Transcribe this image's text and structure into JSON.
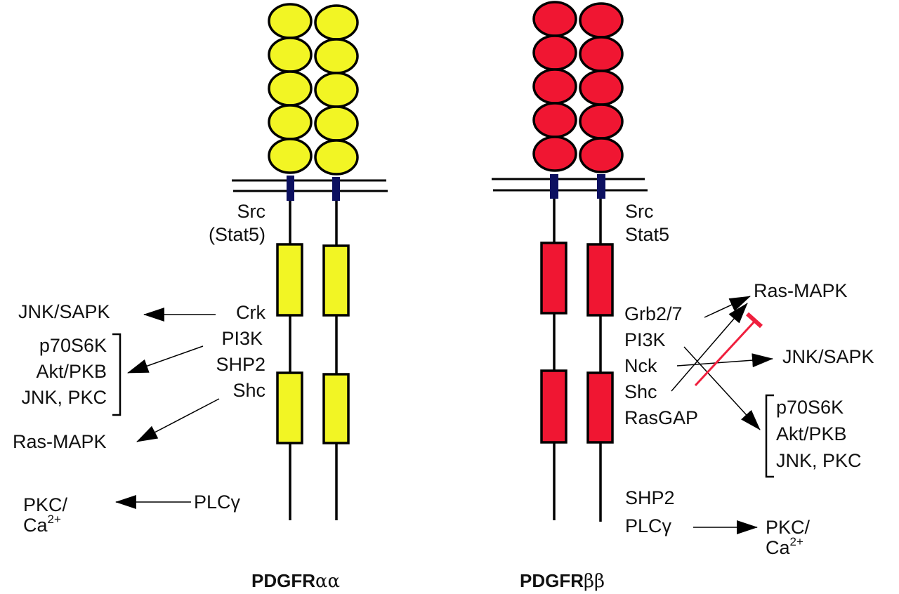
{
  "colors": {
    "alpha_domain": "#f2f524",
    "beta_domain": "#f01632",
    "transmembrane": "#0c1060",
    "outline": "#000000",
    "inhibition": "#ef1f3d"
  },
  "receptors": [
    {
      "id": "alpha",
      "title_main": "PDGFR",
      "title_greek": "αα",
      "ig_domains_per_chain": 5,
      "kinase_domains_per_chain": 2,
      "membrane_labels": [
        "Src",
        "(Stat5)"
      ],
      "binding_partners": [
        "Crk",
        "PI3K",
        "SHP2",
        "Shc",
        "PLCγ"
      ],
      "outputs": {
        "jnk": "JNK/SAPK",
        "bracket": [
          "p70S6K",
          "Akt/PKB",
          "JNK, PKC"
        ],
        "ras": "Ras-MAPK",
        "pkc_line1": "PKC/",
        "pkc_line2_base": "Ca",
        "pkc_line2_sup": "2+"
      }
    },
    {
      "id": "beta",
      "title_main": "PDGFR",
      "title_greek": "ββ",
      "ig_domains_per_chain": 5,
      "kinase_domains_per_chain": 2,
      "membrane_labels": [
        "Src",
        "Stat5"
      ],
      "binding_partners": [
        "Grb2/7",
        "PI3K",
        "Nck",
        "Shc",
        "RasGAP",
        "SHP2",
        "PLCγ"
      ],
      "outputs": {
        "ras": "Ras-MAPK",
        "jnk": "JNK/SAPK",
        "bracket": [
          "p70S6K",
          "Akt/PKB",
          "JNK, PKC"
        ],
        "pkc_line1": "PKC/",
        "pkc_line2_base": "Ca",
        "pkc_line2_sup": "2+"
      }
    }
  ],
  "edges": [
    {
      "receptor": "alpha",
      "from": "Crk",
      "to": "JNK/SAPK",
      "type": "activation"
    },
    {
      "receptor": "alpha",
      "from": "PI3K",
      "to": "p70S6K / Akt/PKB / JNK, PKC",
      "type": "activation"
    },
    {
      "receptor": "alpha",
      "from": "Shc",
      "to": "Ras-MAPK",
      "type": "activation"
    },
    {
      "receptor": "alpha",
      "from": "PLCγ",
      "to": "PKC/Ca2+",
      "type": "activation"
    },
    {
      "receptor": "beta",
      "from": "Grb2/7",
      "to": "Ras-MAPK",
      "type": "activation"
    },
    {
      "receptor": "beta",
      "from": "Shc",
      "to": "Ras-MAPK",
      "type": "activation"
    },
    {
      "receptor": "beta",
      "from": "RasGAP",
      "to": "Ras-MAPK",
      "type": "inhibition"
    },
    {
      "receptor": "beta",
      "from": "Nck",
      "to": "JNK/SAPK",
      "type": "activation"
    },
    {
      "receptor": "beta",
      "from": "PI3K",
      "to": "p70S6K / Akt/PKB / JNK, PKC",
      "type": "activation"
    },
    {
      "receptor": "beta",
      "from": "PLCγ",
      "to": "PKC/Ca2+",
      "type": "activation"
    }
  ]
}
